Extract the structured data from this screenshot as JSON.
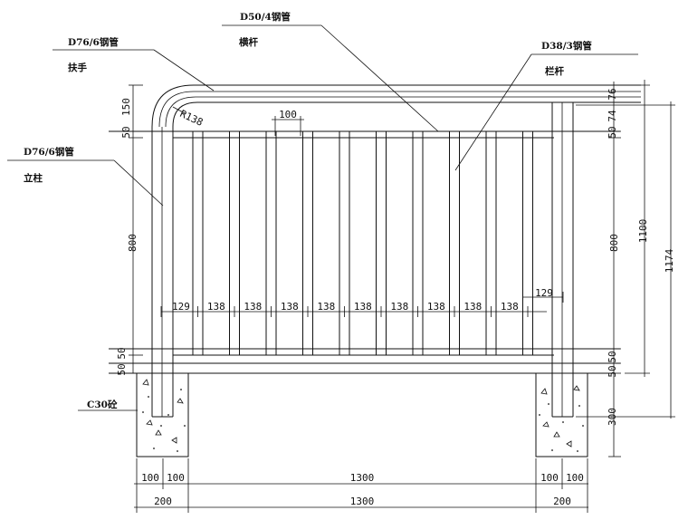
{
  "labels": {
    "handrail_spec": "D76/6钢管",
    "handrail_name": "扶手",
    "rail_spec": "D50/4钢管",
    "rail_name": "横杆",
    "baluster_spec": "D38/3钢管",
    "baluster_name": "栏杆",
    "post_spec": "D76/6钢管",
    "post_name": "立柱",
    "concrete": "C30砼",
    "radius": "R138"
  },
  "dims": {
    "left": [
      "150",
      "50",
      "800",
      "50",
      "50"
    ],
    "right": [
      "76",
      "74",
      "50",
      "800",
      "50",
      "50",
      "300"
    ],
    "total_1100": "1100",
    "total_1174": "1174",
    "spacing_top": "100",
    "first_gap": "129",
    "last_gap": "129",
    "bay": "138",
    "bottom_row1": [
      "100",
      "100",
      "1300",
      "100",
      "100"
    ],
    "bottom_row2": [
      "200",
      "1300",
      "200"
    ]
  }
}
